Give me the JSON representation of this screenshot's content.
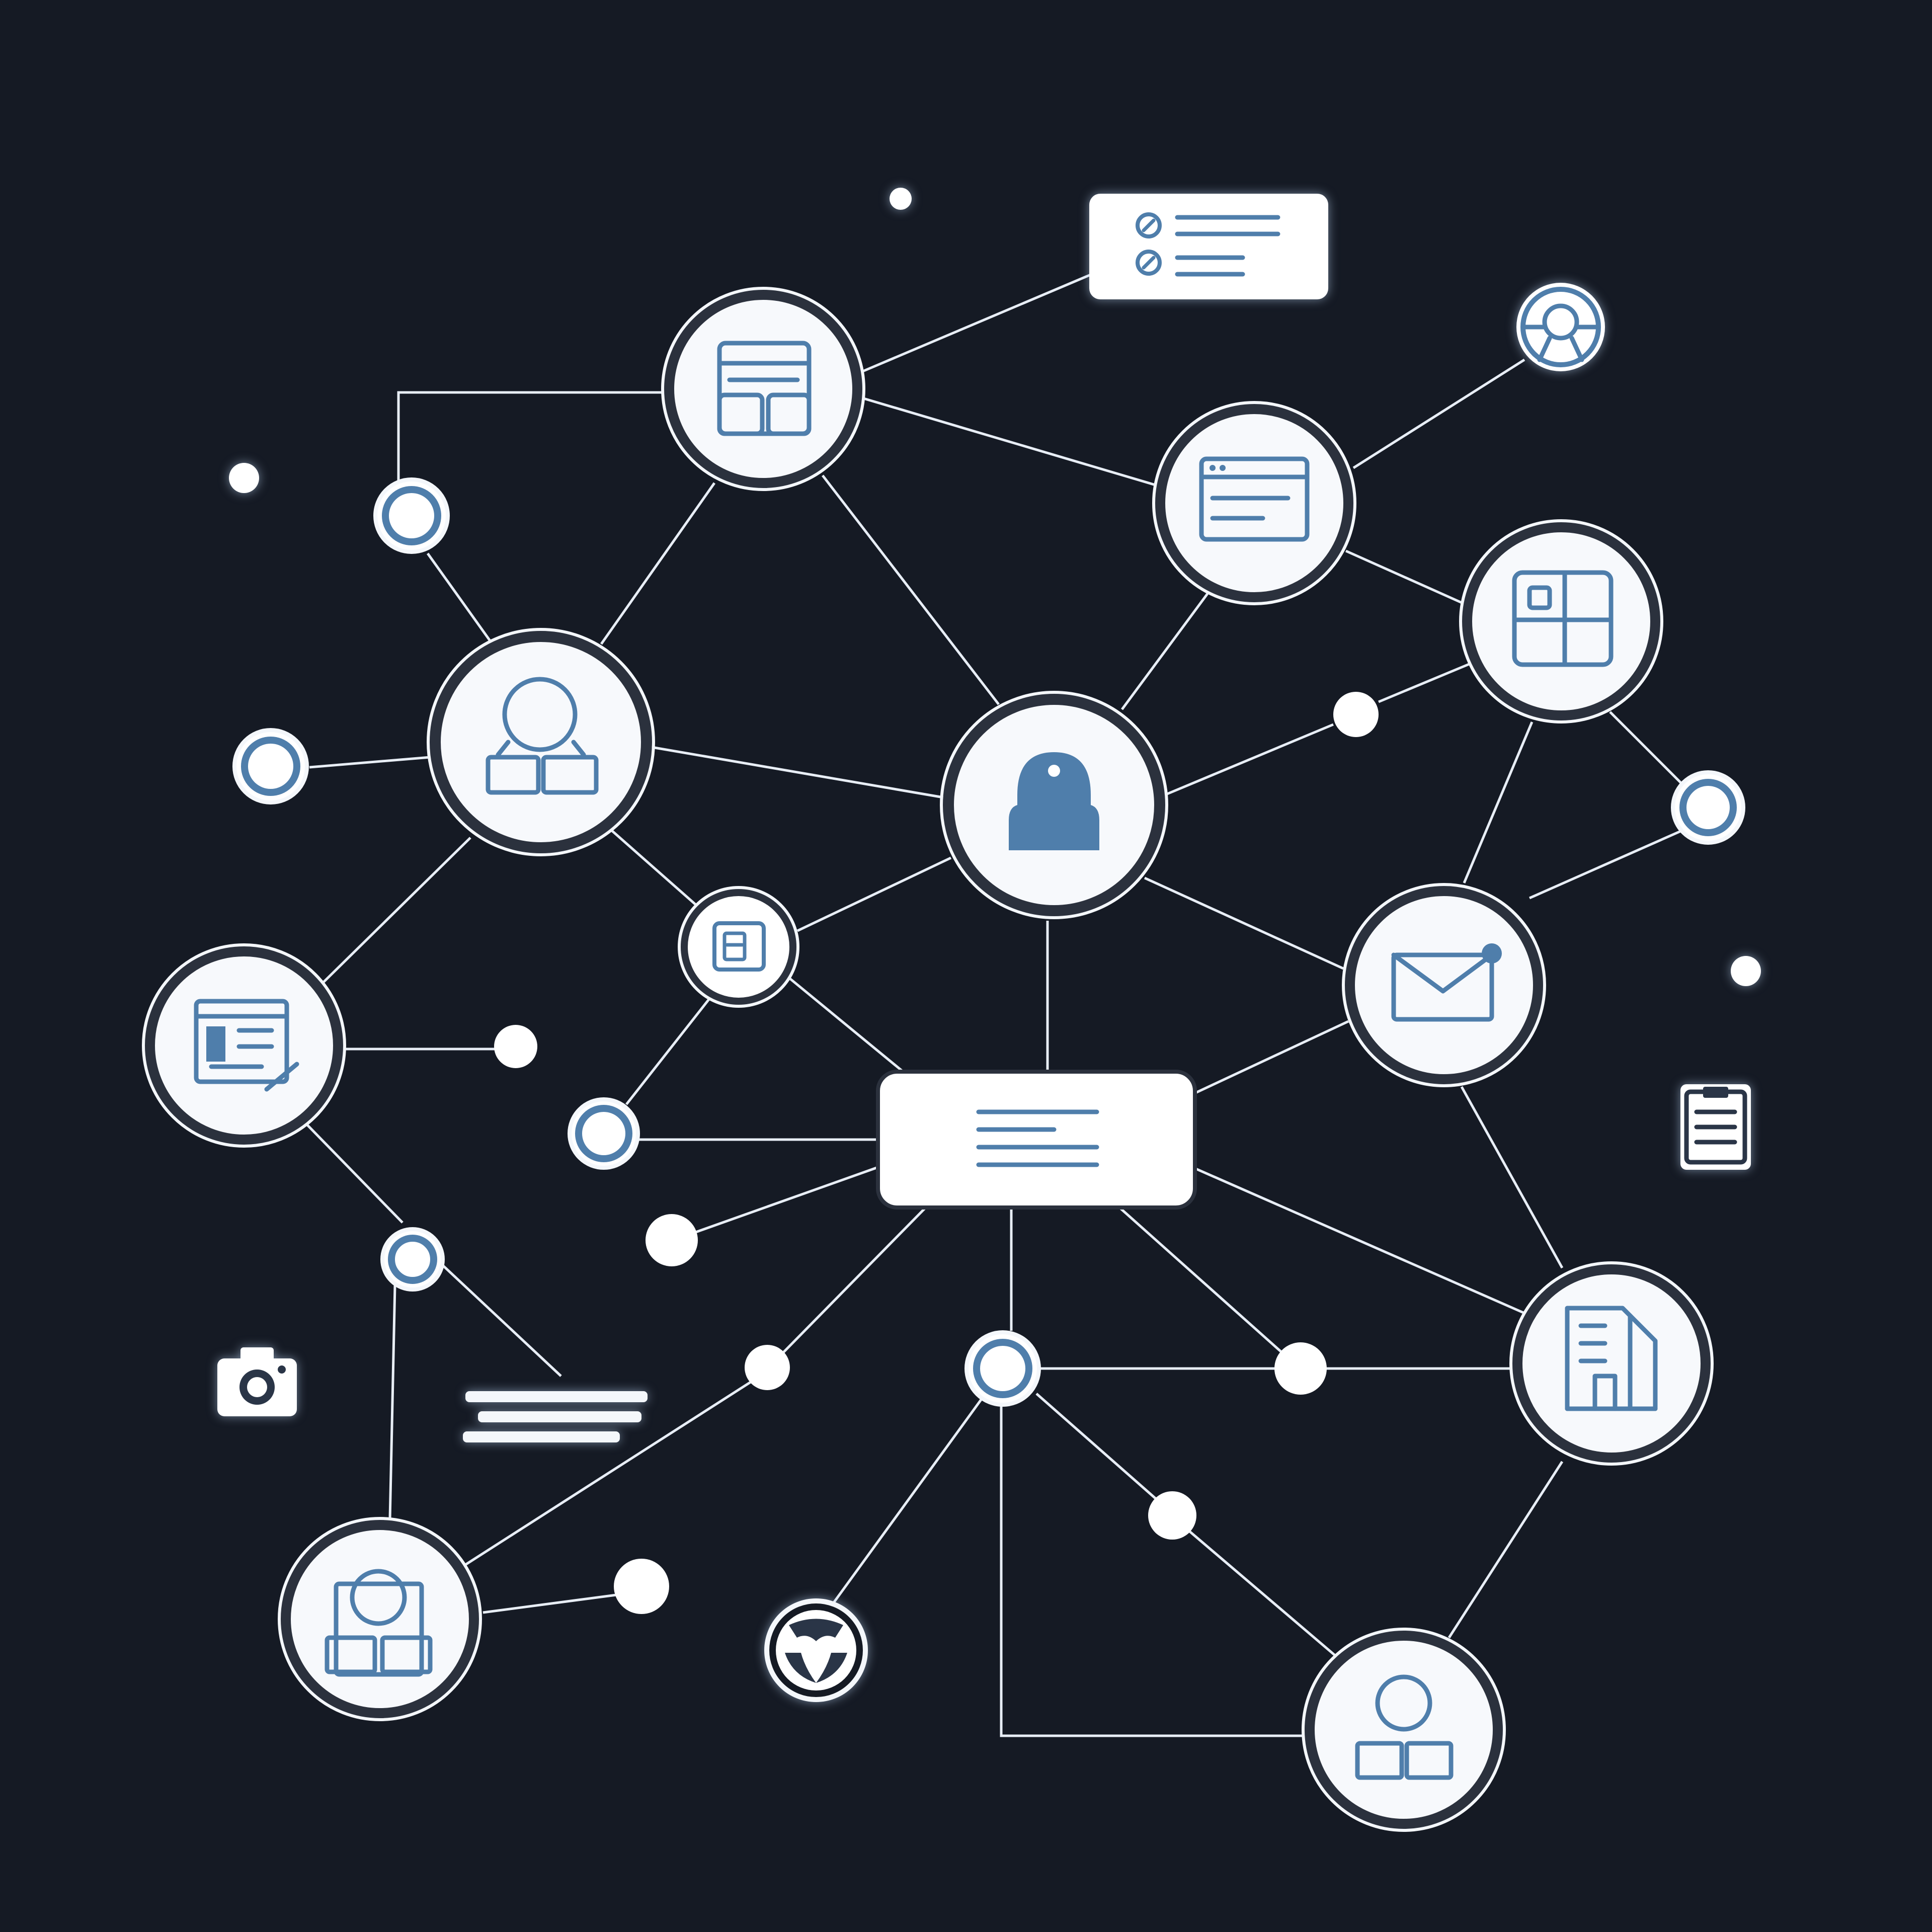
{
  "diagram": {
    "background_color": "#151a24",
    "accent_color": "#4f7eab",
    "line_color": "#e8eef6",
    "nodes": [
      {
        "id": "layout-node",
        "icon": "layout-icon"
      },
      {
        "id": "browser-window-node",
        "icon": "browser-window-icon"
      },
      {
        "id": "dashboard-node",
        "icon": "dashboard-grid-icon"
      },
      {
        "id": "group-users-node",
        "icon": "group-users-icon"
      },
      {
        "id": "central-user-node",
        "icon": "user-silhouette-icon"
      },
      {
        "id": "document-node",
        "icon": "document-edit-icon"
      },
      {
        "id": "email-node",
        "icon": "email-icon"
      },
      {
        "id": "building-node",
        "icon": "building-document-icon"
      },
      {
        "id": "profile-node",
        "icon": "profile-icon"
      },
      {
        "id": "user-bottom-right-node",
        "icon": "user-icon"
      },
      {
        "id": "checklist-card",
        "icon": "checklist-icon"
      },
      {
        "id": "hub-text-card",
        "icon": "text-lines-icon"
      },
      {
        "id": "small-file-node",
        "icon": "file-icon"
      }
    ],
    "decorations": [
      "steering-wheel-icon",
      "clipboard-icon",
      "camera-icon",
      "globe-icon",
      "text-lines-icon"
    ]
  }
}
